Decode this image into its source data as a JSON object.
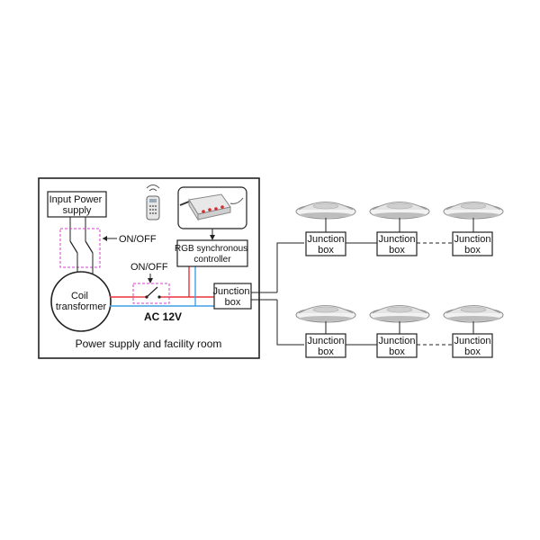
{
  "diagram": {
    "input_power_label": [
      "Input Power",
      "supply"
    ],
    "on_off_upper": "ON/OFF",
    "on_off_lower": "ON/OFF",
    "coil_label": [
      "Coil",
      "transformer"
    ],
    "ac_label": "AC 12V",
    "controller_label": [
      "RGB synchronous",
      "controller"
    ],
    "junction_main": [
      "Junction",
      "box"
    ],
    "room_caption": "Power supply and facility room",
    "junction_remote": [
      "Junction",
      "box"
    ],
    "remote_leds": [
      "remote-led-1",
      "remote-led-2",
      "remote-led-3"
    ]
  },
  "colors": {
    "line": "#222222",
    "hot_wire": "#e8323c",
    "neutral_wire": "#3fa0e6",
    "switch_dash": "#d83ccc",
    "light_body": "#dcdcdc"
  }
}
